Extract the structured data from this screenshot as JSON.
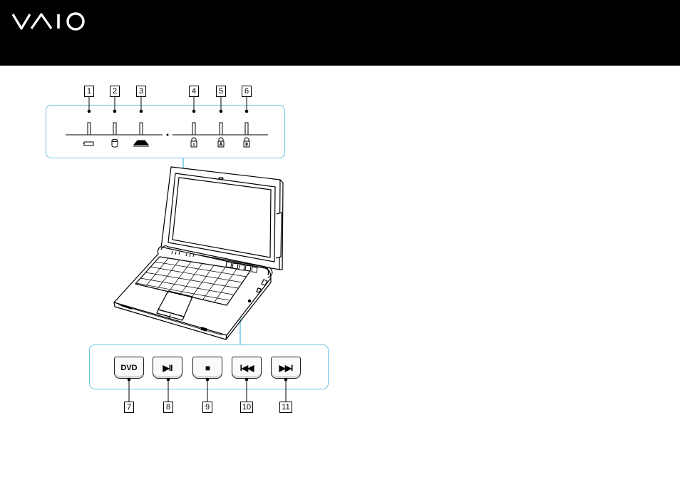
{
  "header": {
    "logo_icon": "vaio-logo-icon",
    "background": "#000000"
  },
  "indicator_callouts": [
    "1",
    "2",
    "3",
    "4",
    "5",
    "6"
  ],
  "indicator_icons": [
    "battery-icon",
    "hard-disk-icon",
    "memory-stick-icon",
    "num-lock-icon",
    "caps-lock-icon",
    "scroll-lock-icon"
  ],
  "button_callouts": [
    "7",
    "8",
    "9",
    "10",
    "11"
  ],
  "media_buttons": {
    "dvd": "DVD",
    "play_pause": "▶II",
    "stop": "■",
    "previous": "I◀◀",
    "next": "▶▶I"
  },
  "accent_color": "#6ec3e6"
}
